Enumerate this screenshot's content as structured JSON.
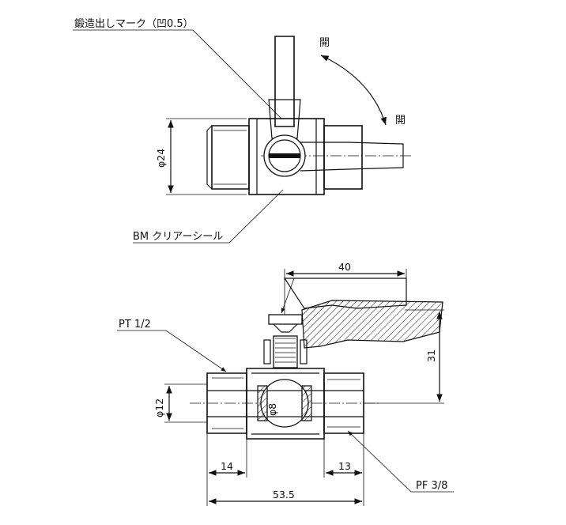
{
  "labels": {
    "forged_mark": "鍛造出しマーク（凹0.5）",
    "open_top": "開",
    "open_right": "開",
    "bm_seal": "BM クリアーシール",
    "pt_thread": "PT 1/2",
    "pf_thread": "PF 3/8"
  },
  "dimensions": {
    "dia_24": "φ24",
    "dia_12": "φ12",
    "dia_8": "φ8",
    "d_40": "40",
    "d_31": "31",
    "d_14": "14",
    "d_13": "13",
    "d_53_5": "53.5"
  }
}
